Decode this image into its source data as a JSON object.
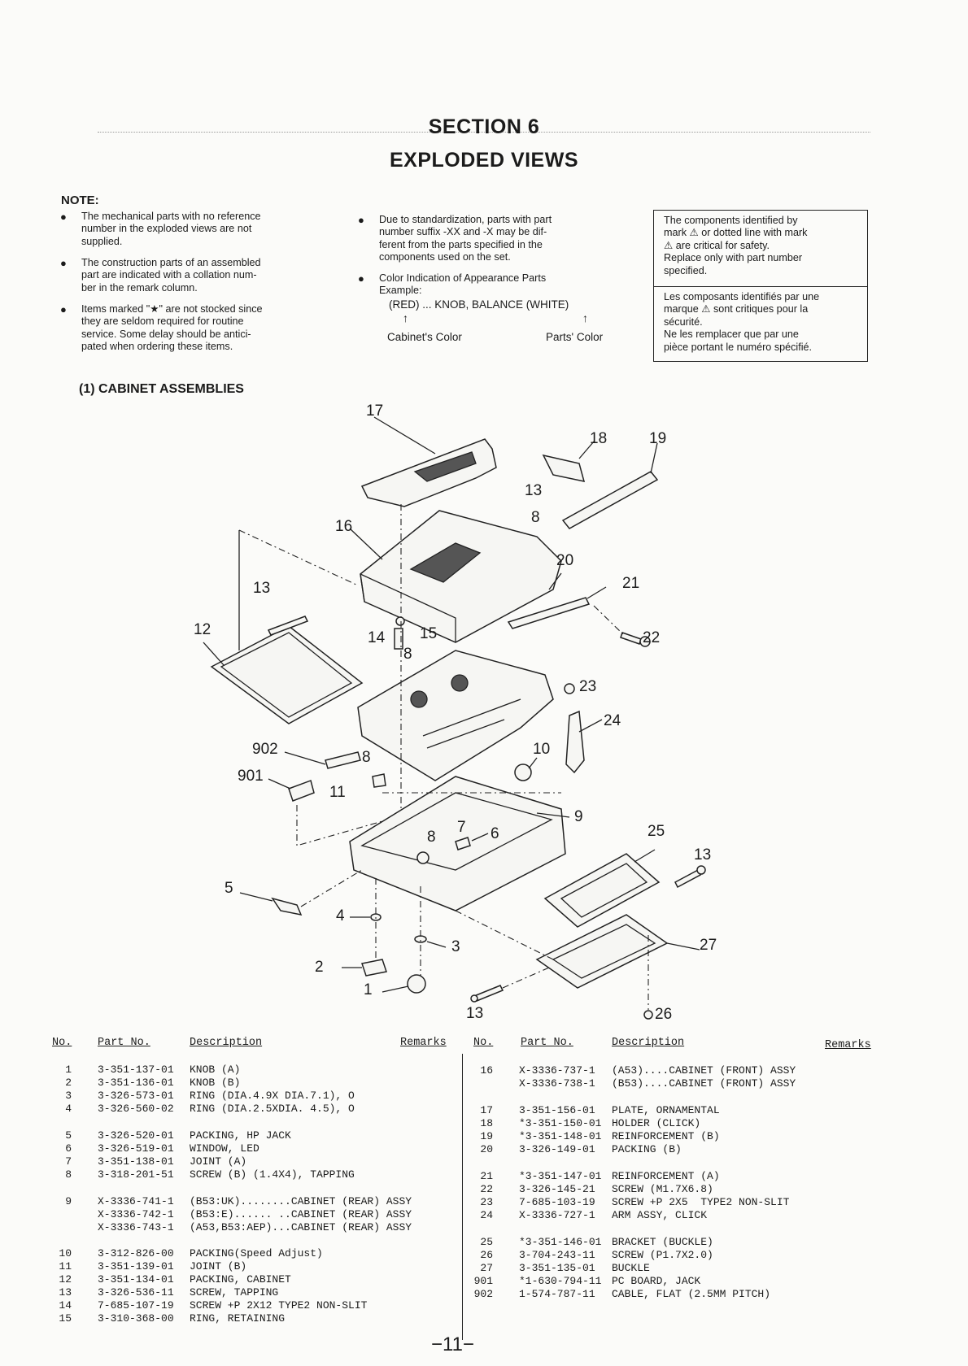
{
  "header": {
    "section": "SECTION 6",
    "title": "EXPLODED VIEWS"
  },
  "note": {
    "heading": "NOTE:",
    "col1": [
      [
        "The mechanical parts with no reference",
        "number in the exploded views are not",
        "supplied."
      ],
      [
        "The construction parts of an assembled",
        "part are indicated with a collation num-",
        "ber in the remark column."
      ],
      [
        "Items marked \"★\" are not stocked since",
        "they are seldom required for routine",
        "service. Some delay should be antici-",
        "pated when ordering these items."
      ]
    ],
    "col2": [
      [
        "Due to standardization, parts with part",
        "number suffix -XX and -X may be dif-",
        "ferent from the parts specified in the",
        "components used on the set."
      ],
      [
        "Color Indication of Appearance Parts",
        "Example:"
      ]
    ],
    "color_example": {
      "line": "(RED) ... KNOB, BALANCE (WHITE)",
      "arrow": "↑",
      "left": "Cabinet's Color",
      "right": "Parts' Color"
    }
  },
  "safety_box": {
    "en": [
      "The components identified by",
      "mark ⚠ or dotted line with mark",
      "⚠ are critical for safety.",
      "Replace only with part number",
      "specified."
    ],
    "fr": [
      "Les composants identifiés par une",
      "marque ⚠ sont critiques pour la",
      "sécurité.",
      "Ne les remplacer que par une",
      "pièce portant le numéro spécifié."
    ]
  },
  "subsection": "(1) CABINET ASSEMBLIES",
  "diagram_labels": [
    "17",
    "18",
    "19",
    "13",
    "8",
    "16",
    "20",
    "21",
    "13",
    "12",
    "14",
    "15",
    "8",
    "22",
    "23",
    "24",
    "902",
    "8",
    "10",
    "901",
    "11",
    "9",
    "8",
    "7",
    "6",
    "25",
    "13",
    "5",
    "4",
    "3",
    "27",
    "2",
    "1",
    "13",
    "26"
  ],
  "table": {
    "headers": {
      "no": "No.",
      "part_no": "Part No.",
      "description": "Description",
      "remarks": "Remarks"
    },
    "left": [
      [
        "1",
        "3-351-137-01",
        "KNOB (A)"
      ],
      [
        "2",
        "3-351-136-01",
        "KNOB (B)"
      ],
      [
        "3",
        "3-326-573-01",
        "RING (DIA.4.9X DIA.7.1), O"
      ],
      [
        "4",
        "3-326-560-02",
        "RING (DIA.2.5XDIA. 4.5), O"
      ],
      [
        "5",
        "3-326-520-01",
        "PACKING, HP JACK"
      ],
      [
        "6",
        "3-326-519-01",
        "WINDOW, LED"
      ],
      [
        "7",
        "3-351-138-01",
        "JOINT (A)"
      ],
      [
        "8",
        "3-318-201-51",
        "SCREW (B) (1.4X4), TAPPING"
      ],
      [
        "9",
        "X-3336-741-1",
        "(B53:UK)........CABINET (REAR) ASSY"
      ],
      [
        "",
        "X-3336-742-1",
        "(B53:E)...... ..CABINET (REAR) ASSY"
      ],
      [
        "",
        "X-3336-743-1",
        "(A53,B53:AEP)...CABINET (REAR) ASSY"
      ],
      [
        "10",
        "3-312-826-00",
        "PACKING(Speed Adjust)"
      ],
      [
        "11",
        "3-351-139-01",
        "JOINT (B)"
      ],
      [
        "12",
        "3-351-134-01",
        "PACKING, CABINET"
      ],
      [
        "13",
        "3-326-536-11",
        "SCREW, TAPPING"
      ],
      [
        "14",
        "7-685-107-19",
        "SCREW +P 2X12 TYPE2 NON-SLIT"
      ],
      [
        "15",
        "3-310-368-00",
        "RING, RETAINING"
      ]
    ],
    "right": [
      [
        "16",
        "X-3336-737-1",
        "(A53)....CABINET (FRONT) ASSY"
      ],
      [
        "",
        "X-3336-738-1",
        "(B53)....CABINET (FRONT) ASSY"
      ],
      [
        "17",
        "3-351-156-01",
        "PLATE, ORNAMENTAL"
      ],
      [
        "18",
        "*3-351-150-01",
        "HOLDER (CLICK)"
      ],
      [
        "19",
        "*3-351-148-01",
        "REINFORCEMENT (B)"
      ],
      [
        "20",
        "3-326-149-01",
        "PACKING (B)"
      ],
      [
        "21",
        "*3-351-147-01",
        "REINFORCEMENT (A)"
      ],
      [
        "22",
        "3-326-145-21",
        "SCREW (M1.7X6.8)"
      ],
      [
        "23",
        "7-685-103-19",
        "SCREW +P 2X5  TYPE2 NON-SLIT"
      ],
      [
        "24",
        "X-3336-727-1",
        "ARM ASSY, CLICK"
      ],
      [
        "25",
        "*3-351-146-01",
        "BRACKET (BUCKLE)"
      ],
      [
        "26",
        "3-704-243-11",
        "SCREW (P1.7X2.0)"
      ],
      [
        "27",
        "3-351-135-01",
        "BUCKLE"
      ],
      [
        "901",
        "*1-630-794-11",
        "PC BOARD, JACK"
      ],
      [
        "902",
        "1-574-787-11",
        "CABLE, FLAT (2.5MM PITCH)"
      ]
    ]
  },
  "page_number": "−11−"
}
